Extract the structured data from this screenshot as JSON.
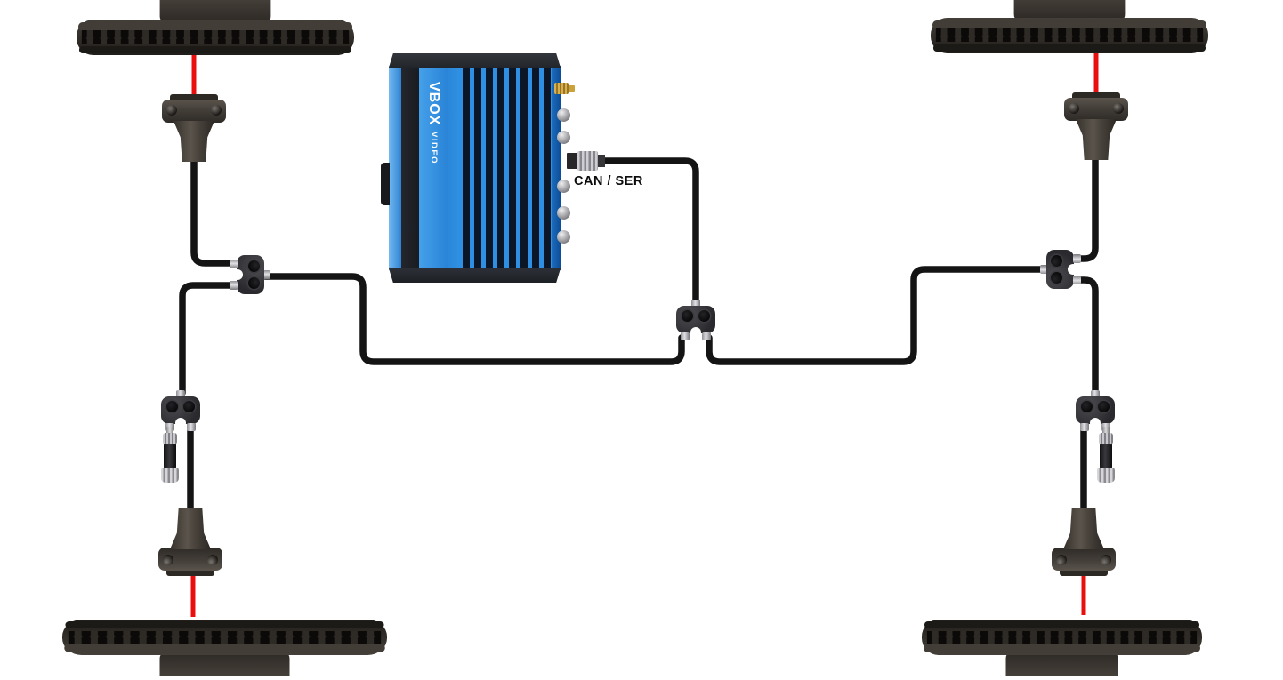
{
  "device": {
    "brand": "VBOX",
    "model": "VIDEO",
    "port_label": "CAN / SER",
    "colors": {
      "body_blue": "#2e8de0",
      "fin_dark": "#0b1626",
      "cap_dark": "#2a2d33",
      "sma_gold": "#c9a23a"
    }
  },
  "wiring": {
    "cable_color": "#141414",
    "laser_color": "#e90f0f"
  },
  "components": {
    "brake_discs": [
      {
        "name": "brake-disc-front-left"
      },
      {
        "name": "brake-disc-front-right"
      },
      {
        "name": "brake-disc-rear-left"
      },
      {
        "name": "brake-disc-rear-right"
      }
    ],
    "temp_sensors": [
      {
        "name": "temp-sensor-front-left"
      },
      {
        "name": "temp-sensor-front-right"
      },
      {
        "name": "temp-sensor-rear-left"
      },
      {
        "name": "temp-sensor-rear-right"
      }
    ],
    "splitters": [
      {
        "name": "y-splitter-left"
      },
      {
        "name": "y-splitter-center"
      },
      {
        "name": "y-splitter-right"
      },
      {
        "name": "y-splitter-rear-left"
      },
      {
        "name": "y-splitter-rear-right"
      }
    ],
    "terminators": [
      {
        "name": "can-terminator-rear-left"
      },
      {
        "name": "can-terminator-rear-right"
      }
    ]
  }
}
